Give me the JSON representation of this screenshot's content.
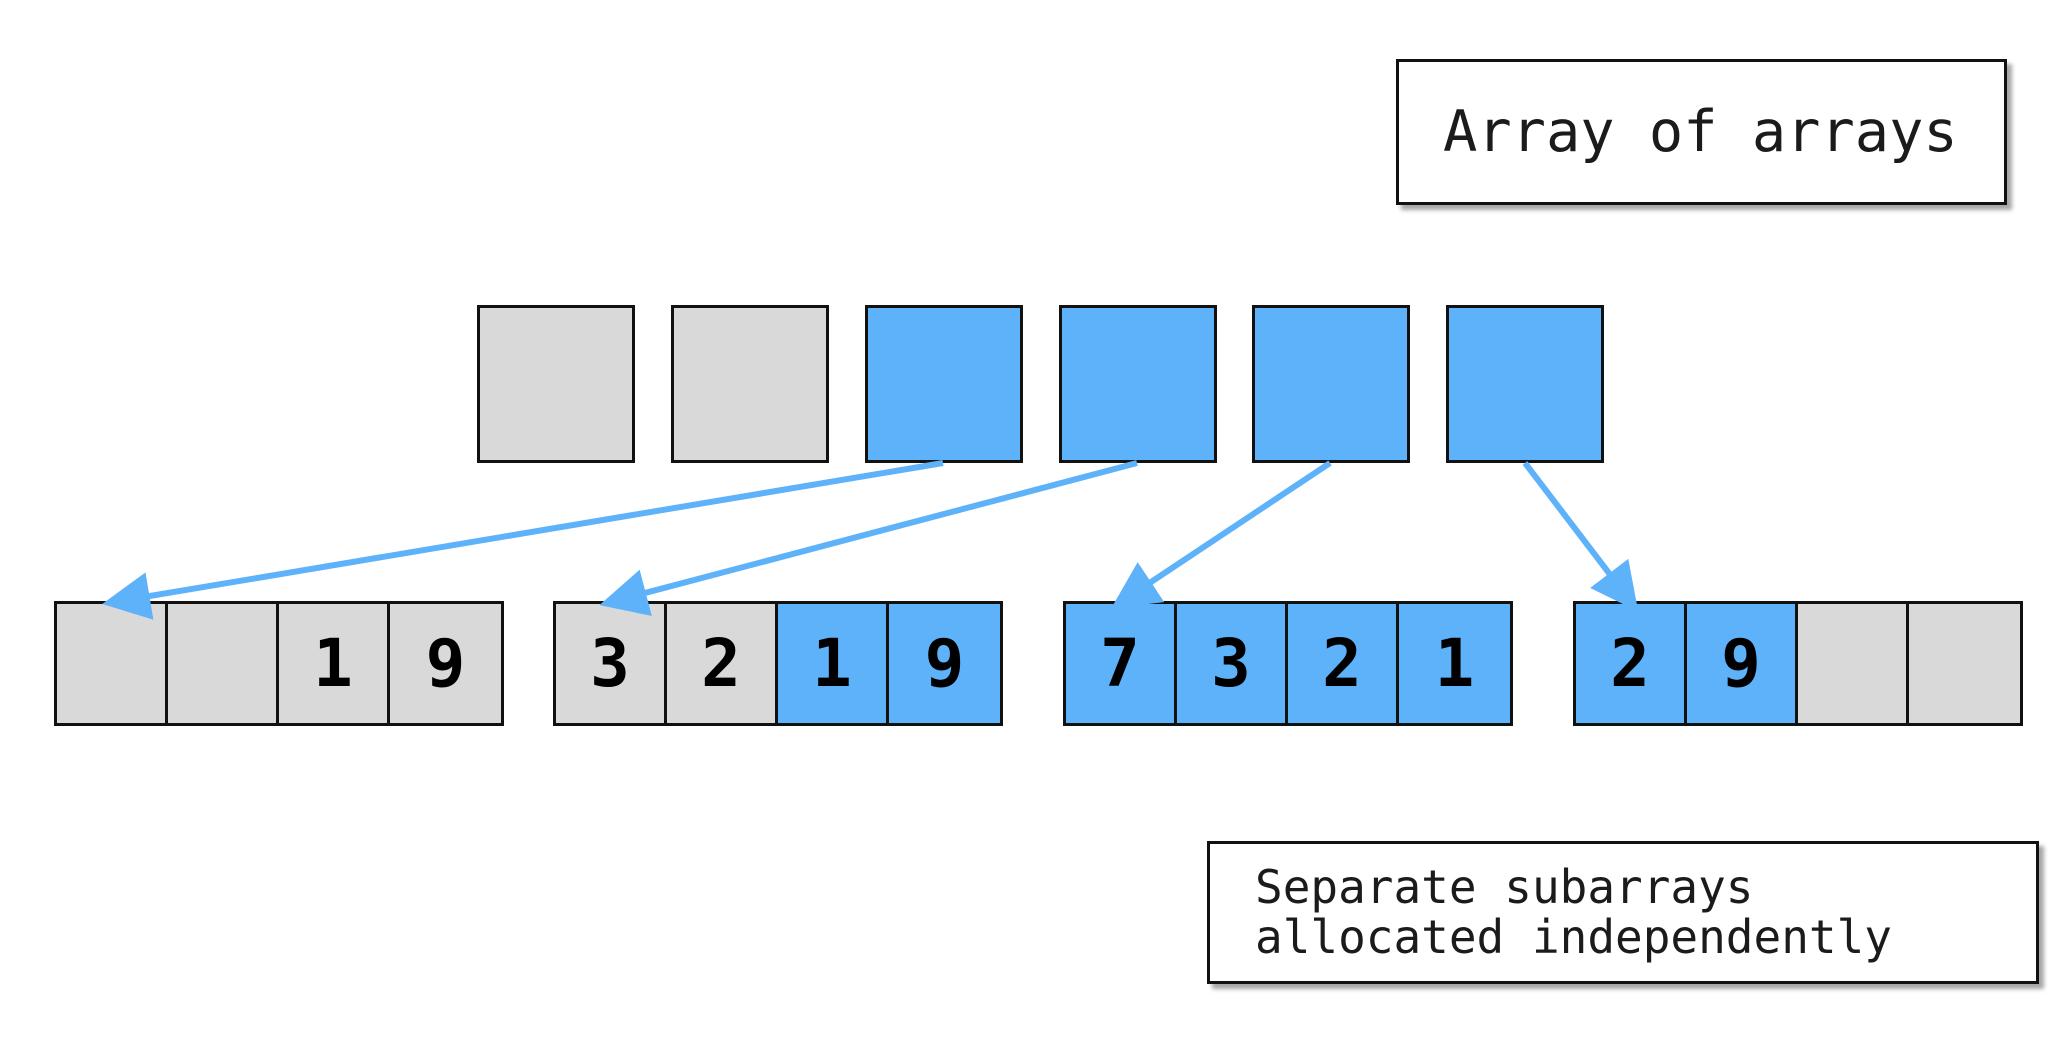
{
  "title": "Array of arrays",
  "caption": [
    "Separate subarrays",
    "allocated independently"
  ],
  "colors": {
    "gray": "#d9d9d9",
    "blue": "#5eb2f9",
    "border": "#111111"
  },
  "outer_array": [
    {
      "state": "unused"
    },
    {
      "state": "unused"
    },
    {
      "state": "used"
    },
    {
      "state": "used"
    },
    {
      "state": "used"
    },
    {
      "state": "used"
    }
  ],
  "subarrays": [
    {
      "cells": [
        {
          "value": "",
          "state": "unused"
        },
        {
          "value": "",
          "state": "unused"
        },
        {
          "value": "1",
          "state": "unused"
        },
        {
          "value": "9",
          "state": "unused"
        }
      ]
    },
    {
      "cells": [
        {
          "value": "3",
          "state": "unused"
        },
        {
          "value": "2",
          "state": "unused"
        },
        {
          "value": "1",
          "state": "used"
        },
        {
          "value": "9",
          "state": "used"
        }
      ]
    },
    {
      "cells": [
        {
          "value": "7",
          "state": "used"
        },
        {
          "value": "3",
          "state": "used"
        },
        {
          "value": "2",
          "state": "used"
        },
        {
          "value": "1",
          "state": "used"
        }
      ]
    },
    {
      "cells": [
        {
          "value": "2",
          "state": "used"
        },
        {
          "value": "9",
          "state": "used"
        },
        {
          "value": "",
          "state": "unused"
        },
        {
          "value": "",
          "state": "unused"
        }
      ]
    }
  ],
  "pointers": [
    {
      "from_outer_index": 2,
      "to_subarray": 0
    },
    {
      "from_outer_index": 3,
      "to_subarray": 1
    },
    {
      "from_outer_index": 4,
      "to_subarray": 2
    },
    {
      "from_outer_index": 5,
      "to_subarray": 3
    }
  ]
}
